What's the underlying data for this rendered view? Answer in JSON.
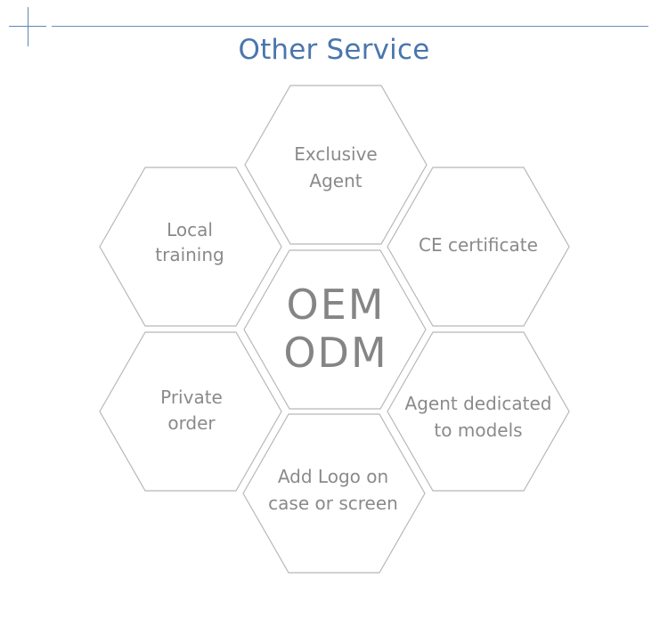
{
  "header": {
    "title": "Other Service",
    "accent_color": "#4a76ad"
  },
  "diagram": {
    "center": {
      "line1": "OEM",
      "line2": "ODM"
    },
    "cells": {
      "top": [
        "Exclusive",
        "Agent"
      ],
      "upper_left": [
        "Local",
        "training"
      ],
      "upper_right": [
        "CE certificate"
      ],
      "lower_left": [
        "Private",
        "order"
      ],
      "lower_right": [
        "Agent dedicated",
        "to models"
      ],
      "bottom": [
        "Add Logo on",
        "case or screen"
      ]
    }
  }
}
